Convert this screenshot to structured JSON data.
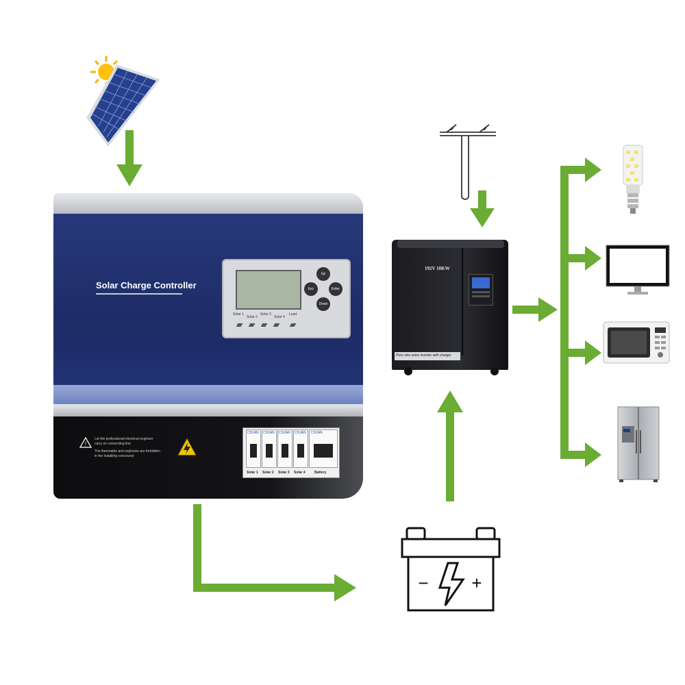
{
  "controller": {
    "title": "Solar Charge Controller",
    "lcd_buttons": [
      "Up",
      "Esc",
      "Enter",
      "Down"
    ],
    "indicators": [
      "Solar 1",
      "Solar 2",
      "Solar 3",
      "Solar 4",
      "Load"
    ],
    "warning_lines": [
      "Let the professional electrical engineer",
      "carry on connecting line",
      "The flammable and explosive are forbidden",
      "in the installing concourse"
    ],
    "breaker_brand": "CHJAN",
    "breaker_labels": [
      "Solar 1",
      "Solar 2",
      "Solar 3",
      "Solar 4",
      "Battery"
    ]
  },
  "inverter": {
    "model": "192V 10KW",
    "caption": "Pure sine wave inverter with charger"
  },
  "battery": {
    "minus": "−",
    "plus": "+"
  },
  "colors": {
    "arrow": "#6aac34",
    "panel_blue": "#1f2f6b",
    "silver": "#c9ccd2"
  },
  "icons": [
    "sun-icon",
    "solar-panel-icon",
    "power-pole-icon",
    "battery-icon",
    "bulb-icon",
    "monitor-icon",
    "microwave-icon",
    "fridge-icon"
  ]
}
